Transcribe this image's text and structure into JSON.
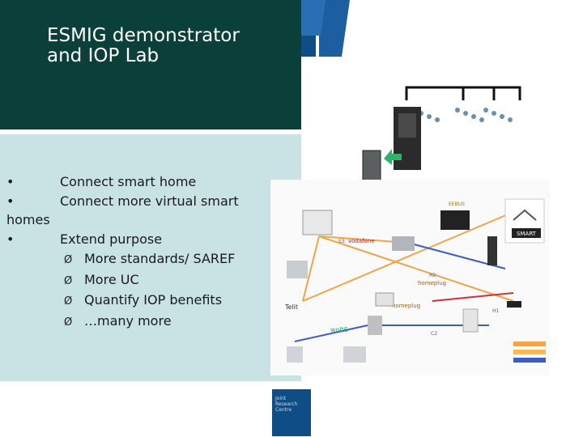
{
  "slide": {
    "title": "ESMIG demonstrator\nand IOP Lab",
    "bullets": [
      {
        "level": 1,
        "marker": "•",
        "text": "Connect smart home"
      },
      {
        "level": 1,
        "marker": "•",
        "text": "Connect more virtual smart homes"
      },
      {
        "level": 1,
        "marker": "•",
        "text": "Extend purpose"
      },
      {
        "level": 2,
        "marker": "Ø",
        "text": "More standards/ SAREF"
      },
      {
        "level": 2,
        "marker": "Ø",
        "text": "More UC"
      },
      {
        "level": 2,
        "marker": "Ø",
        "text": "Quantify IOP benefits"
      },
      {
        "level": 2,
        "marker": "Ø",
        "text": "…many more"
      }
    ]
  },
  "diagram": {
    "labels": {
      "smart_badge": "SMART",
      "vodafone": "vodafone",
      "homeplug": "homeplug",
      "telit": "Telit",
      "wolt": "woltS",
      "eebus": "EEBUS",
      "s3": "S3",
      "h2": "H2",
      "h1": "H1",
      "c2": "C2"
    }
  },
  "logo": {
    "jrc_text": "Joint\nResearch\nCentre"
  },
  "colors": {
    "title_bg": "#0b403a",
    "content_bg": "#c9e3e4",
    "accent_orange": "#f2a447",
    "accent_blue": "#3b5cc4",
    "ec_blue": "#0e4d86"
  }
}
